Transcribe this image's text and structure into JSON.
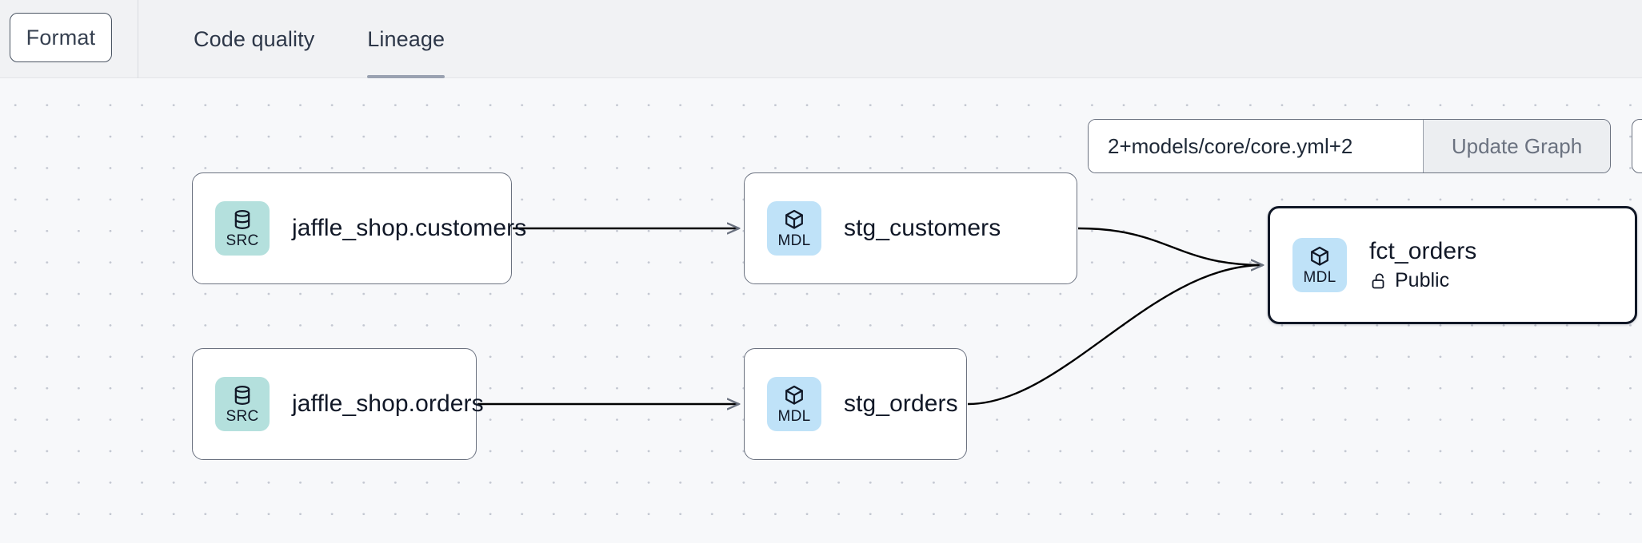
{
  "toolbar": {
    "format_label": "Format",
    "tabs": [
      {
        "label": "Code quality",
        "active": false,
        "name": "tab-code-quality"
      },
      {
        "label": "Lineage",
        "active": true,
        "name": "tab-lineage"
      }
    ]
  },
  "graph_controls": {
    "selector_value": "2+models/core/core.yml+2",
    "selector_placeholder": "2+models/core/core.yml+2",
    "update_button_label": "Update Graph"
  },
  "lineage": {
    "nodes": [
      {
        "id": "src-customers",
        "badge": "SRC",
        "badge_icon": "database-icon",
        "badge_color": "#b4e0dd",
        "title": "jaffle_shop.customers",
        "subtitle": "",
        "subtitle_icon": "",
        "selected": false
      },
      {
        "id": "mdl-stg-customers",
        "badge": "MDL",
        "badge_icon": "cube-icon",
        "badge_color": "#bfe2f8",
        "title": "stg_customers",
        "subtitle": "",
        "subtitle_icon": "",
        "selected": false
      },
      {
        "id": "src-orders",
        "badge": "SRC",
        "badge_icon": "database-icon",
        "badge_color": "#b4e0dd",
        "title": "jaffle_shop.orders",
        "subtitle": "",
        "subtitle_icon": "",
        "selected": false
      },
      {
        "id": "mdl-stg-orders",
        "badge": "MDL",
        "badge_icon": "cube-icon",
        "badge_color": "#bfe2f8",
        "title": "stg_orders",
        "subtitle": "",
        "subtitle_icon": "",
        "selected": false
      },
      {
        "id": "mdl-fct-orders",
        "badge": "MDL",
        "badge_icon": "cube-icon",
        "badge_color": "#bfe2f8",
        "title": "fct_orders",
        "subtitle": "Public",
        "subtitle_icon": "unlock-icon",
        "selected": true
      }
    ],
    "edges": [
      {
        "from": "src-customers",
        "to": "mdl-stg-customers"
      },
      {
        "from": "src-orders",
        "to": "mdl-stg-orders"
      },
      {
        "from": "mdl-stg-customers",
        "to": "mdl-fct-orders"
      },
      {
        "from": "mdl-stg-orders",
        "to": "mdl-fct-orders"
      }
    ],
    "edge_color": "#000000"
  },
  "colors": {
    "toolbar_bg": "#f1f2f4",
    "canvas_bg": "#f7f8fa",
    "grid_dot": "#c3c7d1",
    "active_tab_underline": "#9aa2b1",
    "node_border": "#6b7280",
    "selected_node_border": "#111827"
  }
}
